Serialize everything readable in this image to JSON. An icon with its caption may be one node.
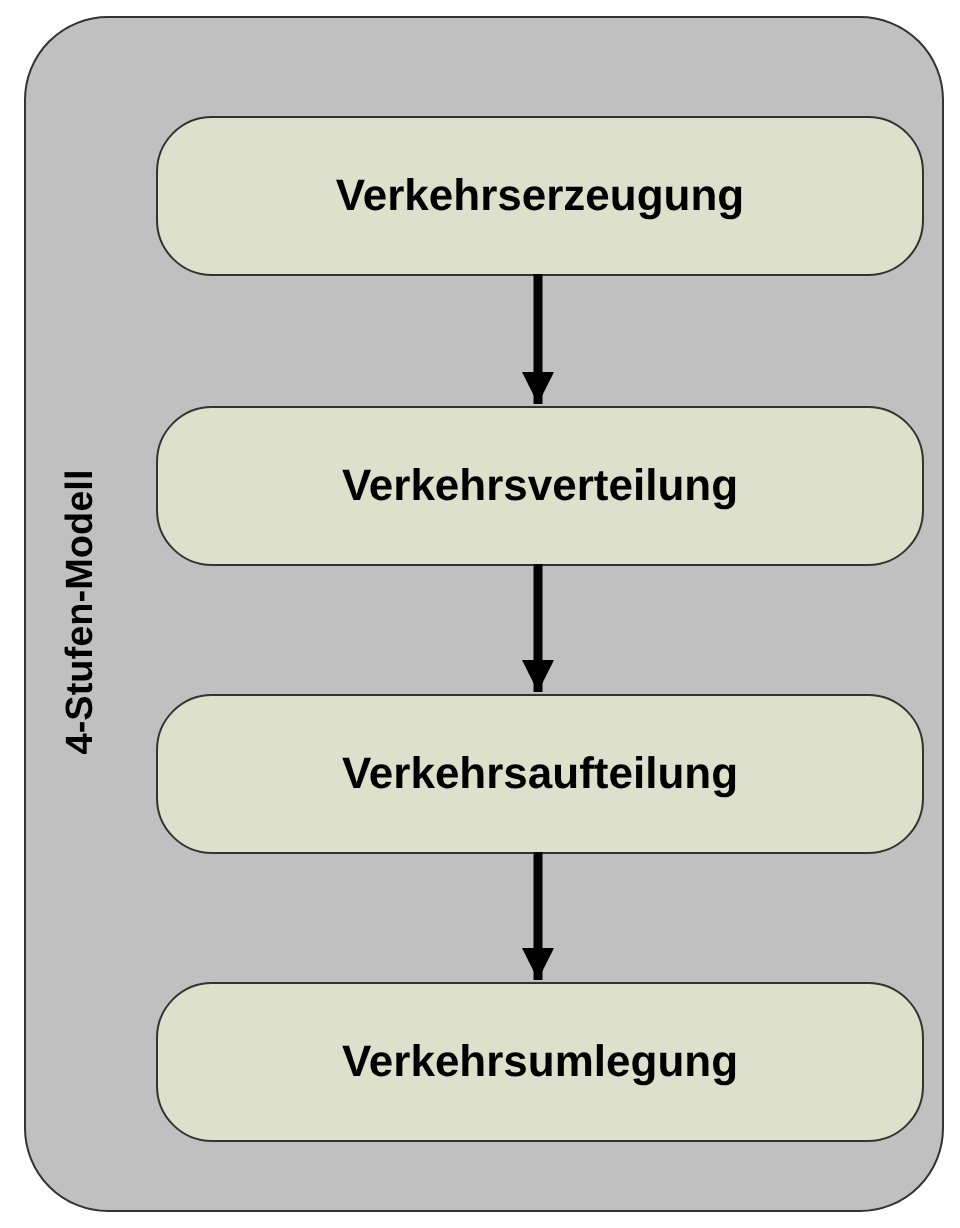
{
  "diagram": {
    "nodes": [
      {
        "text": [
          "4-Stufen-Modell"
        ]
      },
      {
        "text": [
          "Verkehrserzeugung"
        ],
        "in": 0
      },
      {
        "text": [
          "Verkehrsverteilung"
        ],
        "in": 0
      },
      {
        "text": [
          "Verkehrsaufteilung"
        ],
        "in": 0
      },
      {
        "text": [
          "Verkehrsumlegung"
        ],
        "in": 0
      }
    ],
    "edges": [
      {
        "from": 1,
        "to": 2,
        "arrow": "to"
      },
      {
        "from": 2,
        "to": 3,
        "arrow": "to"
      },
      {
        "from": 3,
        "to": 4,
        "arrow": "to"
      }
    ]
  }
}
